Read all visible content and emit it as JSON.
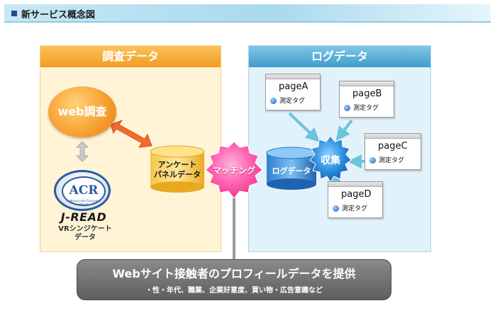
{
  "header": {
    "title": "新サービス概念図"
  },
  "survey_panel": {
    "heading": "調査データ",
    "web_survey": "web調査",
    "logo_text": "ACR",
    "logo_ring_text": "Audience and Consumer Report",
    "jread": "J-READ",
    "vr_data_line1": "VRシンジケート",
    "vr_data_line2": "データ"
  },
  "panel_data": {
    "line1": "アンケート",
    "line2": "パネルデータ"
  },
  "matching": {
    "label": "マッチング"
  },
  "log_panel": {
    "heading": "ログデータ",
    "log_db": "ログデータ",
    "collect": "収集",
    "pages": [
      {
        "name": "pageA",
        "tag": "測定タグ"
      },
      {
        "name": "pageB",
        "tag": "測定タグ"
      },
      {
        "name": "pageC",
        "tag": "測定タグ"
      },
      {
        "name": "pageD",
        "tag": "測定タグ"
      }
    ]
  },
  "result": {
    "title": "Webサイト接触者のプロフィールデータを提供",
    "subtitle": "・性・年代、職業、企業好意度、買い物・広告意識など"
  },
  "colors": {
    "survey_accent": "#f29b22",
    "log_accent": "#3f9ccb",
    "matching": "#ff5fae",
    "collect": "#1f6fc2",
    "result": "#6e6e6e"
  }
}
